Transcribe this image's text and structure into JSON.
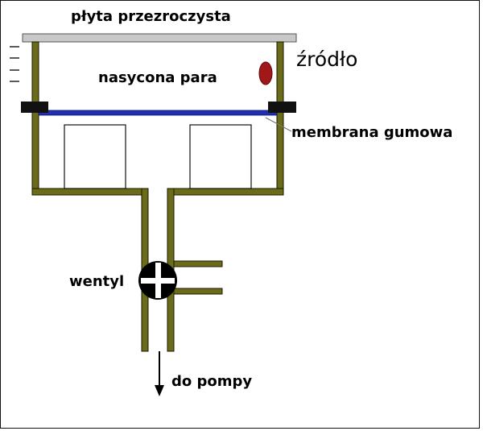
{
  "labels": {
    "plate": "płyta przezroczysta",
    "vapor": "nasycona para",
    "source": "źródło",
    "membrane": "membrana gumowa",
    "valve": "wentyl",
    "pump": "do pompy"
  },
  "colors": {
    "wall_fill": "#6b6b1a",
    "wall_stroke": "#1a1a00",
    "plate": "#c8c8c8",
    "membrane": "#1f2fb0",
    "clamp": "#111111",
    "source": "#a01818",
    "valve": "#000000",
    "outline": "#111111"
  }
}
